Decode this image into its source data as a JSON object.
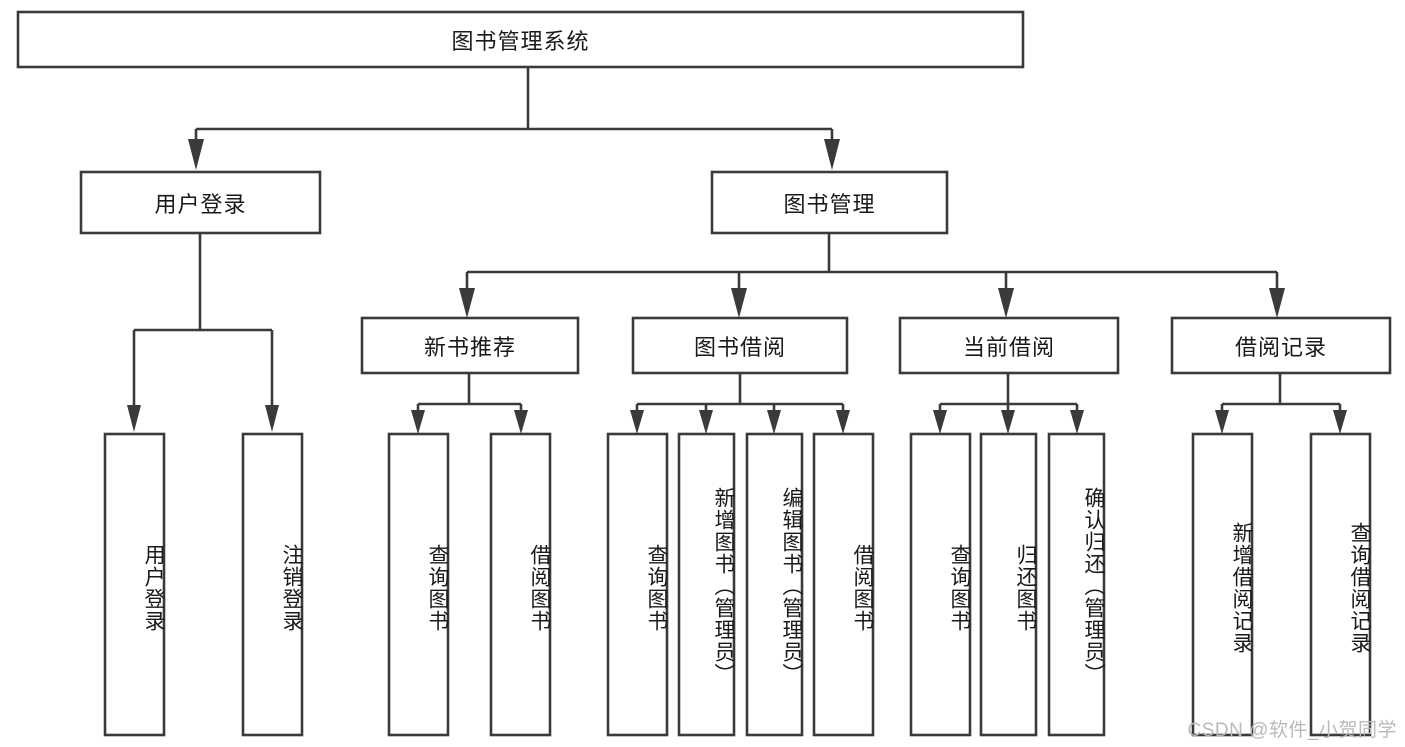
{
  "diagram": {
    "type": "tree",
    "title": "图书管理系统",
    "watermark": "CSDN @软件_小贺同学",
    "colors": {
      "stroke": "#3a3a3a",
      "fill": "#ffffff",
      "text": "#1a1a1a",
      "watermark": "#b9b9b9",
      "background": "#ffffff"
    },
    "root": {
      "label": "图书管理系统"
    },
    "level2": [
      {
        "label": "用户登录"
      },
      {
        "label": "图书管理"
      }
    ],
    "level3": [
      {
        "label": "新书推荐"
      },
      {
        "label": "图书借阅"
      },
      {
        "label": "当前借阅"
      },
      {
        "label": "借阅记录"
      }
    ],
    "leaves": {
      "user_login": [
        {
          "label": "用户登录"
        },
        {
          "label": "注销登录"
        }
      ],
      "new_book": [
        {
          "label": "查询图书"
        },
        {
          "label": "借阅图书"
        }
      ],
      "book_borrow": [
        {
          "label": "查询图书"
        },
        {
          "label": "新增图书（管理员）"
        },
        {
          "label": "编辑图书（管理员）"
        },
        {
          "label": "借阅图书"
        }
      ],
      "current_borrow": [
        {
          "label": "查询图书"
        },
        {
          "label": "归还图书"
        },
        {
          "label": "确认归还（管理员）"
        }
      ],
      "borrow_record": [
        {
          "label": "新增借阅记录"
        },
        {
          "label": "查询借阅记录"
        }
      ]
    }
  }
}
